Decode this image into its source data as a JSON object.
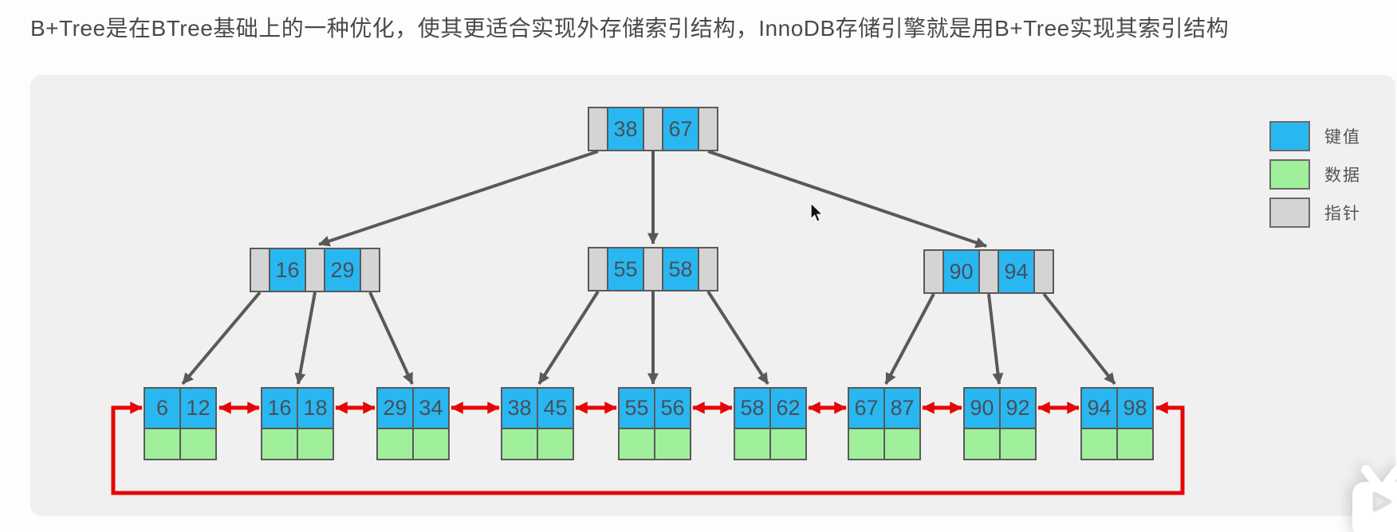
{
  "title": {
    "text": "B+Tree是在BTree基础上的一种优化，使其更适合实现外存储索引结构，InnoDB存储引擎就是用B+Tree实现其索引结构"
  },
  "colors": {
    "key_cell": "#29b7f2",
    "data_cell": "#a0ef9b",
    "pointer_cell": "#d4d4d4",
    "cell_border": "#5a5a5a",
    "cell_text": "#475059",
    "tree_arrow": "#595959",
    "leaf_link": "#e60606",
    "panel_bg": "#f0f0f0",
    "title_text": "#4a4a4a",
    "legend_text": "#555555"
  },
  "tree": {
    "root": {
      "keys": [
        "38",
        "67"
      ]
    },
    "internal_nodes": [
      {
        "keys": [
          "16",
          "29"
        ]
      },
      {
        "keys": [
          "55",
          "58"
        ]
      },
      {
        "keys": [
          "90",
          "94"
        ]
      }
    ],
    "leaf_nodes": [
      {
        "keys": [
          "6",
          "12"
        ]
      },
      {
        "keys": [
          "16",
          "18"
        ]
      },
      {
        "keys": [
          "29",
          "34"
        ]
      },
      {
        "keys": [
          "38",
          "45"
        ]
      },
      {
        "keys": [
          "55",
          "56"
        ]
      },
      {
        "keys": [
          "58",
          "62"
        ]
      },
      {
        "keys": [
          "67",
          "87"
        ]
      },
      {
        "keys": [
          "90",
          "92"
        ]
      },
      {
        "keys": [
          "94",
          "98"
        ]
      }
    ]
  },
  "legend": {
    "items": [
      {
        "label": "键值",
        "color": "#29b7f2"
      },
      {
        "label": "数据",
        "color": "#a0ef9b"
      },
      {
        "label": "指针",
        "color": "#d4d4d4"
      }
    ]
  },
  "icons": {
    "cursor": "mouse-pointer",
    "watermark": "bilibili-tv-logo"
  }
}
